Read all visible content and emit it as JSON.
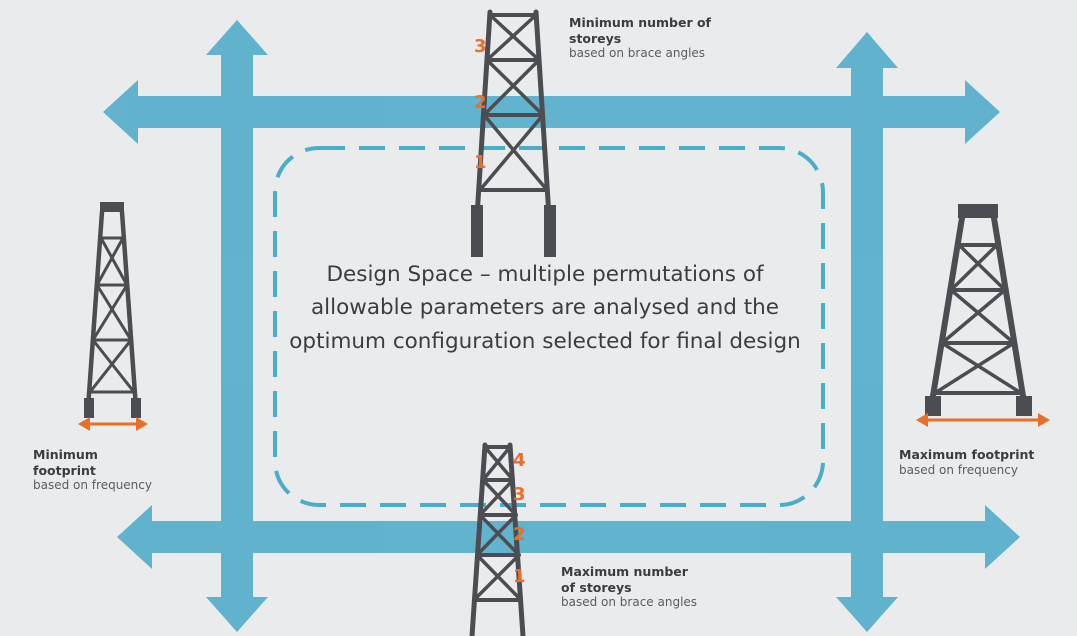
{
  "center_text": "Design Space – multiple permutations of allowable parameters are analysed and the optimum configuration selected for final design",
  "min_storeys": {
    "title_line1": "Minimum number of",
    "title_line2": "storeys",
    "subtitle": "based on brace angles"
  },
  "max_storeys": {
    "title_line1": "Maximum number",
    "title_line2": "of storeys",
    "subtitle": "based on brace angles"
  },
  "min_footprint": {
    "title_line1": "Minimum",
    "title_line2": "footprint",
    "subtitle": "based on frequency"
  },
  "max_footprint": {
    "title_line1": "Maximum footprint",
    "subtitle": "based on frequency"
  },
  "top_tower_levels": [
    "3",
    "2",
    "1"
  ],
  "bottom_tower_levels": [
    "4",
    "3",
    "2",
    "1"
  ],
  "colors": {
    "arrow": "#4aa9c8",
    "dashed_border": "#4aaec9",
    "tower": "#4b4d52",
    "accent": "#e8702a",
    "background": "#e9ebec"
  }
}
